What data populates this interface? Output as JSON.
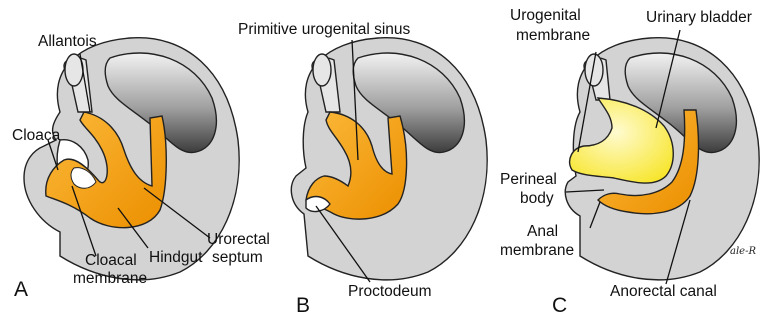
{
  "panels": [
    {
      "letter": "A",
      "labels": {
        "allantois": "Allantois",
        "cloaca": "Cloaca",
        "cloacal_membrane_1": "Cloacal",
        "cloacal_membrane_2": "membrane",
        "hindgut": "Hindgut",
        "urorectal_septum_1": "Urorectal",
        "urorectal_septum_2": "septum"
      }
    },
    {
      "letter": "B",
      "labels": {
        "primitive_urogenital_sinus": "Primitive urogenital sinus",
        "proctodeum": "Proctodeum"
      }
    },
    {
      "letter": "C",
      "labels": {
        "urogenital_membrane_1": "Urogenital",
        "urogenital_membrane_2": "membrane",
        "urinary_bladder": "Urinary bladder",
        "perineal_body_1": "Perineal",
        "perineal_body_2": "body",
        "anal_membrane_1": "Anal",
        "anal_membrane_2": "membrane",
        "anorectal_canal": "Anorectal canal"
      }
    }
  ],
  "signature": "ale-R",
  "colors": {
    "embryo_gray": "#d3d3d3",
    "inner_dark": "#5f5f5f",
    "orange": "#f5a00e",
    "yellow": "#fbee3a"
  }
}
